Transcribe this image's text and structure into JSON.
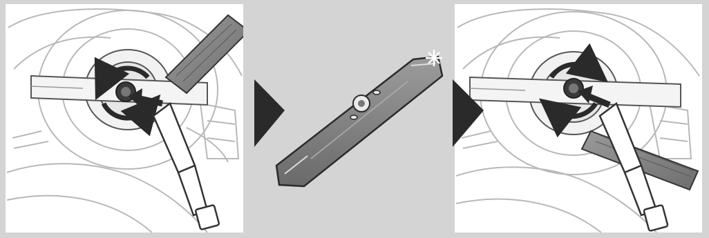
{
  "figure": {
    "panels": [
      {
        "id": "loosen",
        "step": 1,
        "action": "loosen-blade-bolt",
        "rotation": "counterclockwise",
        "icons": [
          "mower-housing-icon",
          "blade-icon",
          "wooden-block-icon",
          "socket-wrench-icon",
          "rotation-arrows-icon",
          "push-arrow-icon"
        ]
      },
      {
        "id": "blade",
        "step": 2,
        "action": "inspect-or-replace-blade",
        "icons": [
          "mower-blade-icon",
          "sparkle-icon"
        ]
      },
      {
        "id": "tighten",
        "step": 3,
        "action": "tighten-blade-bolt",
        "rotation": "clockwise",
        "icons": [
          "mower-housing-icon",
          "blade-icon",
          "wooden-block-icon",
          "socket-wrench-icon",
          "rotation-arrows-icon",
          "push-arrow-icon"
        ]
      }
    ],
    "separators": [
      "play-arrow-icon",
      "play-arrow-icon"
    ],
    "colors": {
      "background": "#d4d4d4",
      "panel": "#ffffff",
      "linework": "#555555",
      "light_linework": "#b8b8b8",
      "dark": "#2a2a2a",
      "blade_fill": "#8a8a8a",
      "wood_fill": "#888888"
    }
  }
}
